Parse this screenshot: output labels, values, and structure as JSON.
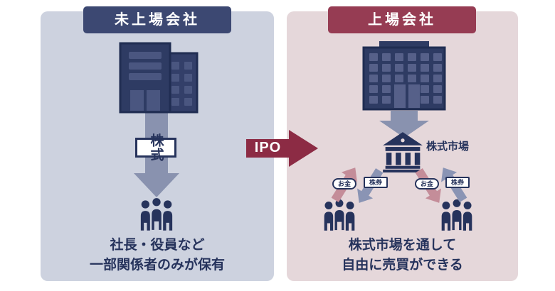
{
  "colors": {
    "page_bg": "#ffffff",
    "panel_left_bg": "#cdd2df",
    "panel_right_bg": "#e5d7da",
    "header_left_bg": "#3c4872",
    "header_right_bg": "#963c53",
    "navy": "#26335c",
    "icon_navy": "#2e3b63",
    "icon_navy2": "#333f69",
    "icon_edge": "#202d52",
    "window_blue": "#4a5680",
    "window_blue2": "#566089",
    "big_arrow": "#8992af",
    "pink_arrow": "#c48d99",
    "blue_arrow": "#8a94b4",
    "ipo_red": "#8c2b44"
  },
  "icons": {
    "left_building": "office-building-icon",
    "right_building": "headquarters-building-icon",
    "bank": "stock-exchange-bank-icon",
    "people": "people-group-icon",
    "down_arrow": "down-arrow-icon",
    "exchange_arrows": "up-down-flow-arrow-icons"
  },
  "left_panel": {
    "title": "未上場会社",
    "stock_box_label": "株式",
    "caption_line1": "社長・役員など",
    "caption_line2": "一部関係者のみが保有"
  },
  "ipo": {
    "label": "IPO"
  },
  "right_panel": {
    "title": "上場会社",
    "market_label": "株式市場",
    "exchange": {
      "money_label": "お金",
      "stock_label": "株券"
    },
    "caption_line1": "株式市場を通して",
    "caption_line2": "自由に売買ができる"
  }
}
